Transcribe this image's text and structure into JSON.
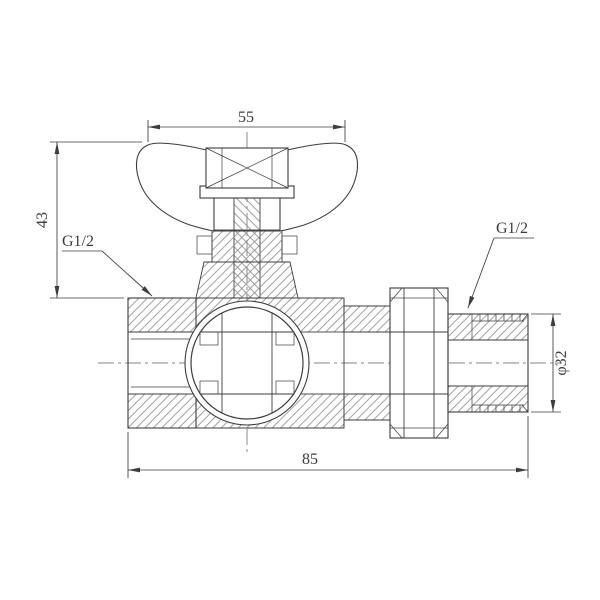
{
  "drawing": {
    "colors": {
      "background": "#ffffff",
      "stroke": "#3d3d3d",
      "hatch": "#8a8a8a"
    },
    "dimensions": {
      "handle_width": "55",
      "height": "43",
      "overall_length": "85",
      "outlet_diameter": "φ32",
      "left_thread_label": "G1/2",
      "right_thread_label": "G1/2"
    }
  }
}
